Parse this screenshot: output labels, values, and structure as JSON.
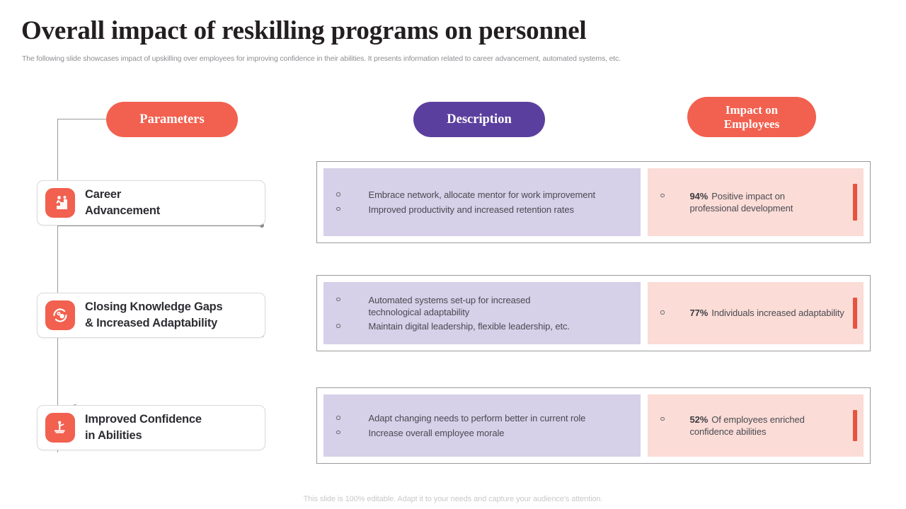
{
  "header": {
    "title": "Overall impact of reskilling programs on personnel",
    "subtitle": "The following slide showcases impact of upskilling over employees for improving confidence in their abilities. It presents information related to career advancement, automated systems, etc."
  },
  "colors": {
    "coral": "#f2604f",
    "coral_shadow": "#c83c2e",
    "purple": "#5b3f9e",
    "purple_shadow": "#3d2870",
    "desc_panel": "#d6d0e8",
    "impact_panel": "#fbdcd6",
    "accent_bar": "#e8523f",
    "connector": "#9a9a9a"
  },
  "pills": [
    {
      "label": "Parameters",
      "color": "#f2604f"
    },
    {
      "label": "Description",
      "color": "#5b3f9e"
    },
    {
      "label": "Impact on\nEmployees",
      "line1": "Impact on",
      "line2": "Employees",
      "color": "#f2604f"
    }
  ],
  "rows": [
    {
      "icon": "career-ladder-icon",
      "parameter_line1": "Career",
      "parameter_line2": "Advancement",
      "description_bullets": [
        "Embrace network, allocate mentor for work improvement",
        "Improved productivity and increased retention rates"
      ],
      "impact_percent": "94%",
      "impact_text_line1": "Positive impact on",
      "impact_text_line2": "professional development"
    },
    {
      "icon": "knowledge-gap-icon",
      "parameter_line1": "Closing Knowledge Gaps",
      "parameter_line2": "& Increased Adaptability",
      "description_bullets": [
        "Automated systems set-up for increased technological adaptability",
        "Maintain digital leadership, flexible leadership, etc."
      ],
      "impact_percent": "77%",
      "impact_text_line1": "Individuals increased adaptability",
      "impact_text_line2": ""
    },
    {
      "icon": "podium-confidence-icon",
      "parameter_line1": "Improved Confidence",
      "parameter_line2": "in Abilities",
      "description_bullets": [
        "Adapt changing needs to perform better in current role",
        "Increase overall employee morale"
      ],
      "impact_percent": "52%",
      "impact_text_line1": "Of employees enriched",
      "impact_text_line2": "confidence abilities"
    }
  ],
  "footer": {
    "note": "This slide is 100% editable. Adapt it to your needs and capture your audience's attention."
  }
}
